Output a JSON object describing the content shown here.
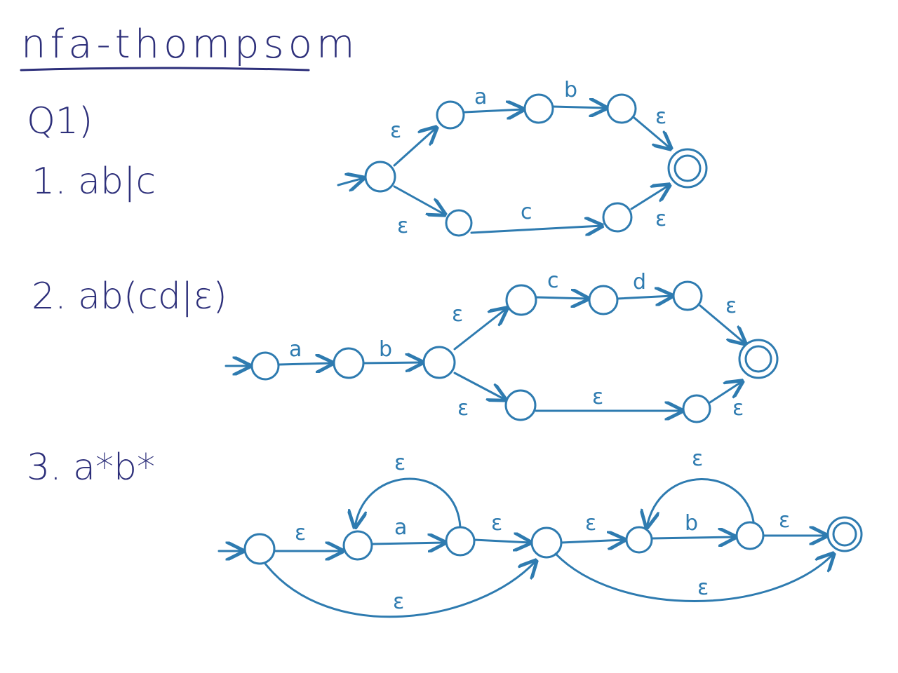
{
  "title": "nfa-thompsom",
  "question": "Q1)",
  "items": [
    {
      "label": "1.  ab|c"
    },
    {
      "label": "2. ab(cd|ε)"
    },
    {
      "label": "3. a*b*"
    }
  ],
  "diagrams": [
    {
      "edges": [
        {
          "label": "ε"
        },
        {
          "label": "a"
        },
        {
          "label": "b"
        },
        {
          "label": "ε"
        },
        {
          "label": "ε"
        },
        {
          "label": "c"
        },
        {
          "label": "ε"
        }
      ]
    },
    {
      "edges": [
        {
          "label": "a"
        },
        {
          "label": "b"
        },
        {
          "label": "ε"
        },
        {
          "label": "c"
        },
        {
          "label": "d"
        },
        {
          "label": "ε"
        },
        {
          "label": "ε"
        },
        {
          "label": "ε"
        },
        {
          "label": "ε"
        }
      ]
    },
    {
      "edges": [
        {
          "label": "ε"
        },
        {
          "label": "a"
        },
        {
          "label": "ε"
        },
        {
          "label": "ε"
        },
        {
          "label": "ε"
        },
        {
          "label": "ε"
        },
        {
          "label": "b"
        },
        {
          "label": "ε"
        },
        {
          "label": "ε"
        },
        {
          "label": "ε"
        }
      ]
    }
  ],
  "colors": {
    "ink": "#2d2f7a",
    "diagram": "#2e7bb0"
  }
}
